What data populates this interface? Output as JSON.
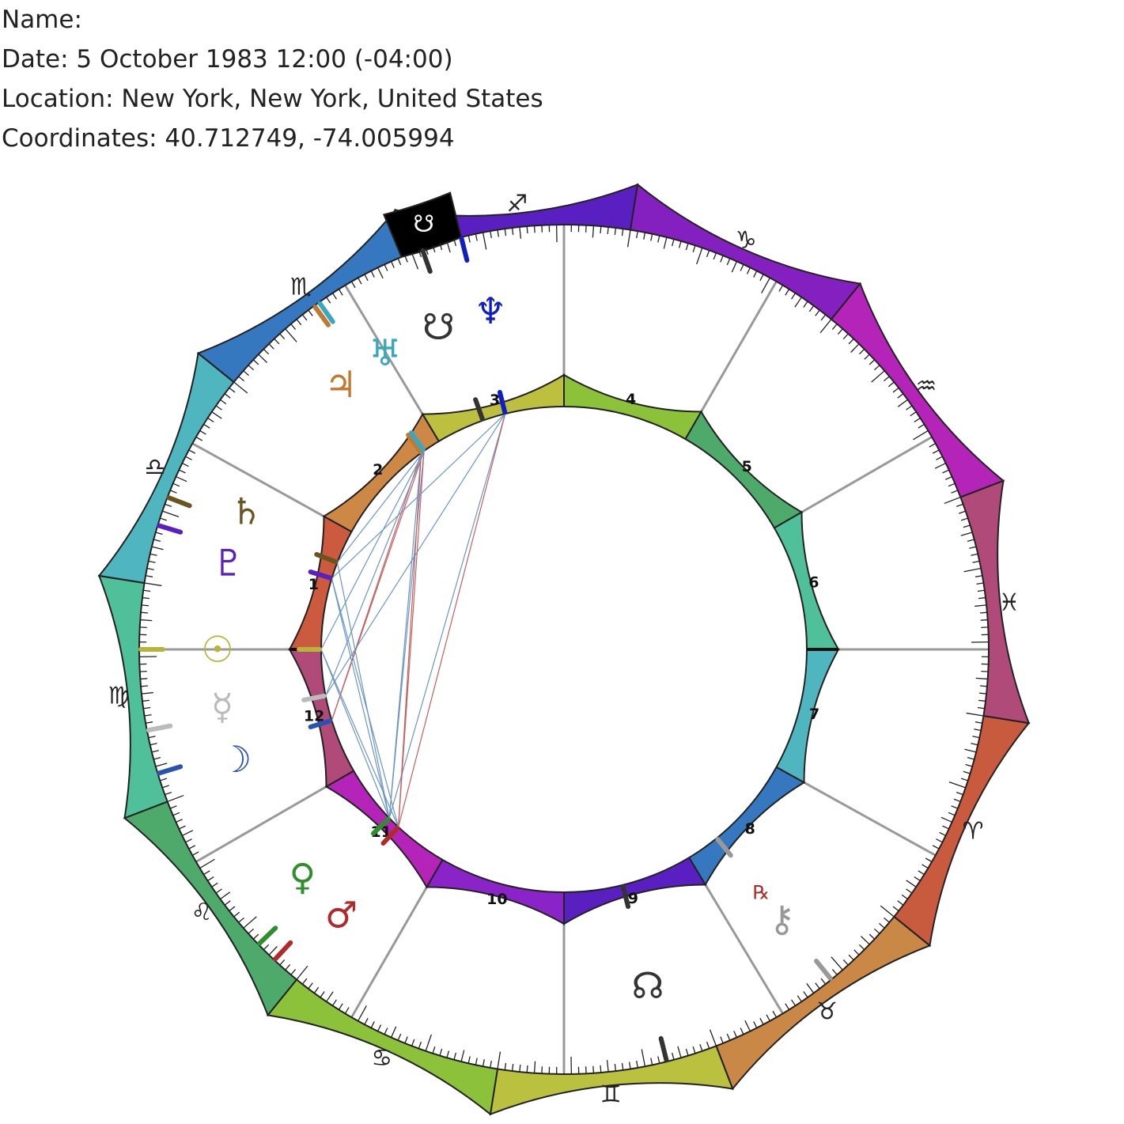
{
  "header": {
    "name_line": "Name:",
    "date_line": "Date: 5 October 1983 12:00 (-04:00)",
    "location_line": "Location: New York, New York, United States",
    "coords_line": "Coordinates: 40.712749, -74.005994"
  },
  "chart_data": {
    "type": "natal-chart",
    "ascendant_lon": 171.0,
    "zodiac_signs": [
      {
        "name": "Aries",
        "glyph": "♈",
        "color": "#c85a3e"
      },
      {
        "name": "Taurus",
        "glyph": "♉",
        "color": "#c98845"
      },
      {
        "name": "Gemini",
        "glyph": "♊",
        "color": "#b9c13f"
      },
      {
        "name": "Cancer",
        "glyph": "♋",
        "color": "#8cc23a"
      },
      {
        "name": "Leo",
        "glyph": "♌",
        "color": "#4daa6a"
      },
      {
        "name": "Virgo",
        "glyph": "♍",
        "color": "#4fc09a"
      },
      {
        "name": "Libra",
        "glyph": "♎",
        "color": "#4fb6c0"
      },
      {
        "name": "Scorpio",
        "glyph": "♏",
        "color": "#3578c0"
      },
      {
        "name": "Sagittarius",
        "glyph": "♐",
        "color": "#5a1fc0"
      },
      {
        "name": "Capricorn",
        "glyph": "♑",
        "color": "#8520c0"
      },
      {
        "name": "Aquarius",
        "glyph": "♒",
        "color": "#b424b8"
      },
      {
        "name": "Pisces",
        "glyph": "♓",
        "color": "#b04a78"
      }
    ],
    "houses": [
      {
        "number": "1",
        "cusp": 171,
        "color": "#cc5a3e"
      },
      {
        "number": "2",
        "cusp": 200,
        "color": "#cc8844"
      },
      {
        "number": "3",
        "cusp": 230,
        "color": "#bdc03e"
      },
      {
        "number": "4",
        "cusp": 261,
        "color": "#8cc23a"
      },
      {
        "number": "5",
        "cusp": 291,
        "color": "#4daa6a"
      },
      {
        "number": "6",
        "cusp": 321,
        "color": "#4fc09a"
      },
      {
        "number": "7",
        "cusp": 351,
        "color": "#4fb6c0"
      },
      {
        "number": "8",
        "cusp": 20,
        "color": "#3578c0"
      },
      {
        "number": "9",
        "cusp": 50,
        "color": "#5a1fc0"
      },
      {
        "number": "10",
        "cusp": 81,
        "color": "#8a24c8"
      },
      {
        "number": "11",
        "cusp": 111,
        "color": "#b424b8"
      },
      {
        "number": "12",
        "cusp": 141,
        "color": "#b04a78"
      }
    ],
    "planets": [
      {
        "name": "Sun",
        "glyph": "☉",
        "lon": 171.0,
        "color": "#b9b33a"
      },
      {
        "name": "Moon",
        "glyph": "☽",
        "lon": 154.0,
        "color": "#2a52b0"
      },
      {
        "name": "Mercury",
        "glyph": "☿",
        "lon": 160.0,
        "color": "#bbbbbb"
      },
      {
        "name": "Venus",
        "glyph": "♀",
        "lon": 127.0,
        "color": "#2f8f2f"
      },
      {
        "name": "Mars",
        "glyph": "♂",
        "lon": 124.0,
        "color": "#b02a2a"
      },
      {
        "name": "Jupiter",
        "glyph": "♃",
        "lon": 225.0,
        "color": "#c07a30"
      },
      {
        "name": "Saturn",
        "glyph": "♄",
        "lon": 192.0,
        "color": "#6b5420"
      },
      {
        "name": "Uranus",
        "glyph": "♅",
        "lon": 225.8,
        "color": "#3aa6c0"
      },
      {
        "name": "Neptune",
        "glyph": "♆",
        "lon": 247.0,
        "color": "#1020c0"
      },
      {
        "name": "Pluto",
        "glyph": "♇",
        "lon": 188.0,
        "color": "#5a1fc0"
      },
      {
        "name": "North Node",
        "glyph": "☊",
        "lon": 67.0,
        "color": "#333333"
      },
      {
        "name": "South Node",
        "glyph": "☋",
        "lon": 241.5,
        "color": "#333333"
      },
      {
        "name": "Chiron",
        "glyph": "⚷",
        "lon": 42.0,
        "color": "#999999",
        "rx": "℞"
      }
    ],
    "aspects": [
      {
        "a": "Venus",
        "b": "Neptune",
        "color": "#6b96c4"
      },
      {
        "a": "Venus",
        "b": "Uranus",
        "color": "#6b96c4"
      },
      {
        "a": "Venus",
        "b": "Jupiter",
        "color": "#6b96c4"
      },
      {
        "a": "Mars",
        "b": "Neptune",
        "color": "#c26060"
      },
      {
        "a": "Mars",
        "b": "Uranus",
        "color": "#c26060"
      },
      {
        "a": "Mars",
        "b": "Jupiter",
        "color": "#c26060"
      },
      {
        "a": "Moon",
        "b": "Uranus",
        "color": "#c26060"
      },
      {
        "a": "Moon",
        "b": "Jupiter",
        "color": "#c26060"
      },
      {
        "a": "Mercury",
        "b": "Neptune",
        "color": "#6b96c4"
      },
      {
        "a": "Mercury",
        "b": "Uranus",
        "color": "#6b96c4"
      },
      {
        "a": "Sun",
        "b": "Uranus",
        "color": "#6b96c4"
      },
      {
        "a": "Sun",
        "b": "Venus",
        "color": "#6b96c4"
      },
      {
        "a": "Sun",
        "b": "Mars",
        "color": "#6b96c4"
      },
      {
        "a": "Pluto",
        "b": "Venus",
        "color": "#6b96c4"
      },
      {
        "a": "Pluto",
        "b": "Mars",
        "color": "#6b96c4"
      },
      {
        "a": "Pluto",
        "b": "Neptune",
        "color": "#6b96c4"
      },
      {
        "a": "Saturn",
        "b": "Uranus",
        "color": "#6b96c4"
      },
      {
        "a": "Saturn",
        "b": "Venus",
        "color": "#6b96c4"
      }
    ]
  }
}
